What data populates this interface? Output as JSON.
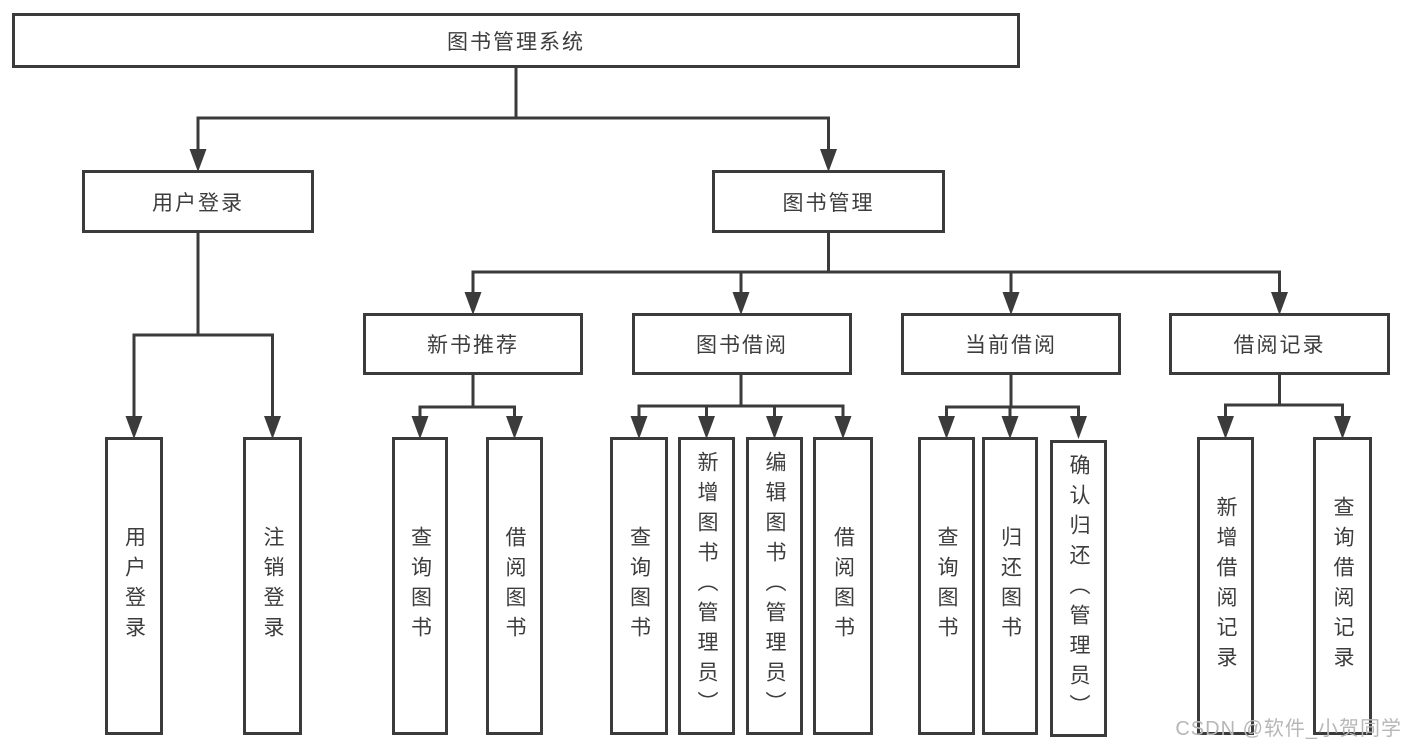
{
  "colors": {
    "line": "#3b3b3b",
    "text": "#3d3d3d",
    "background": "#ffffff",
    "watermark": "#b7b7b7"
  },
  "watermark": {
    "text": "CSDN @软件_小贺同学"
  },
  "tree": {
    "label": "图书管理系统",
    "children": [
      {
        "label": "用户登录",
        "children": [
          {
            "label": "用户登录"
          },
          {
            "label": "注销登录"
          }
        ]
      },
      {
        "label": "图书管理",
        "children": [
          {
            "label": "新书推荐",
            "children": [
              {
                "label": "查询图书"
              },
              {
                "label": "借阅图书"
              }
            ]
          },
          {
            "label": "图书借阅",
            "children": [
              {
                "label": "查询图书"
              },
              {
                "label": "新增图书（管理员）"
              },
              {
                "label": "编辑图书（管理员）"
              },
              {
                "label": "借阅图书"
              }
            ]
          },
          {
            "label": "当前借阅",
            "children": [
              {
                "label": "查询图书"
              },
              {
                "label": "归还图书"
              },
              {
                "label": "确认归还（管理员）"
              }
            ]
          },
          {
            "label": "借阅记录",
            "children": [
              {
                "label": "新增借阅记录"
              },
              {
                "label": "查询借阅记录"
              }
            ]
          }
        ]
      }
    ]
  }
}
